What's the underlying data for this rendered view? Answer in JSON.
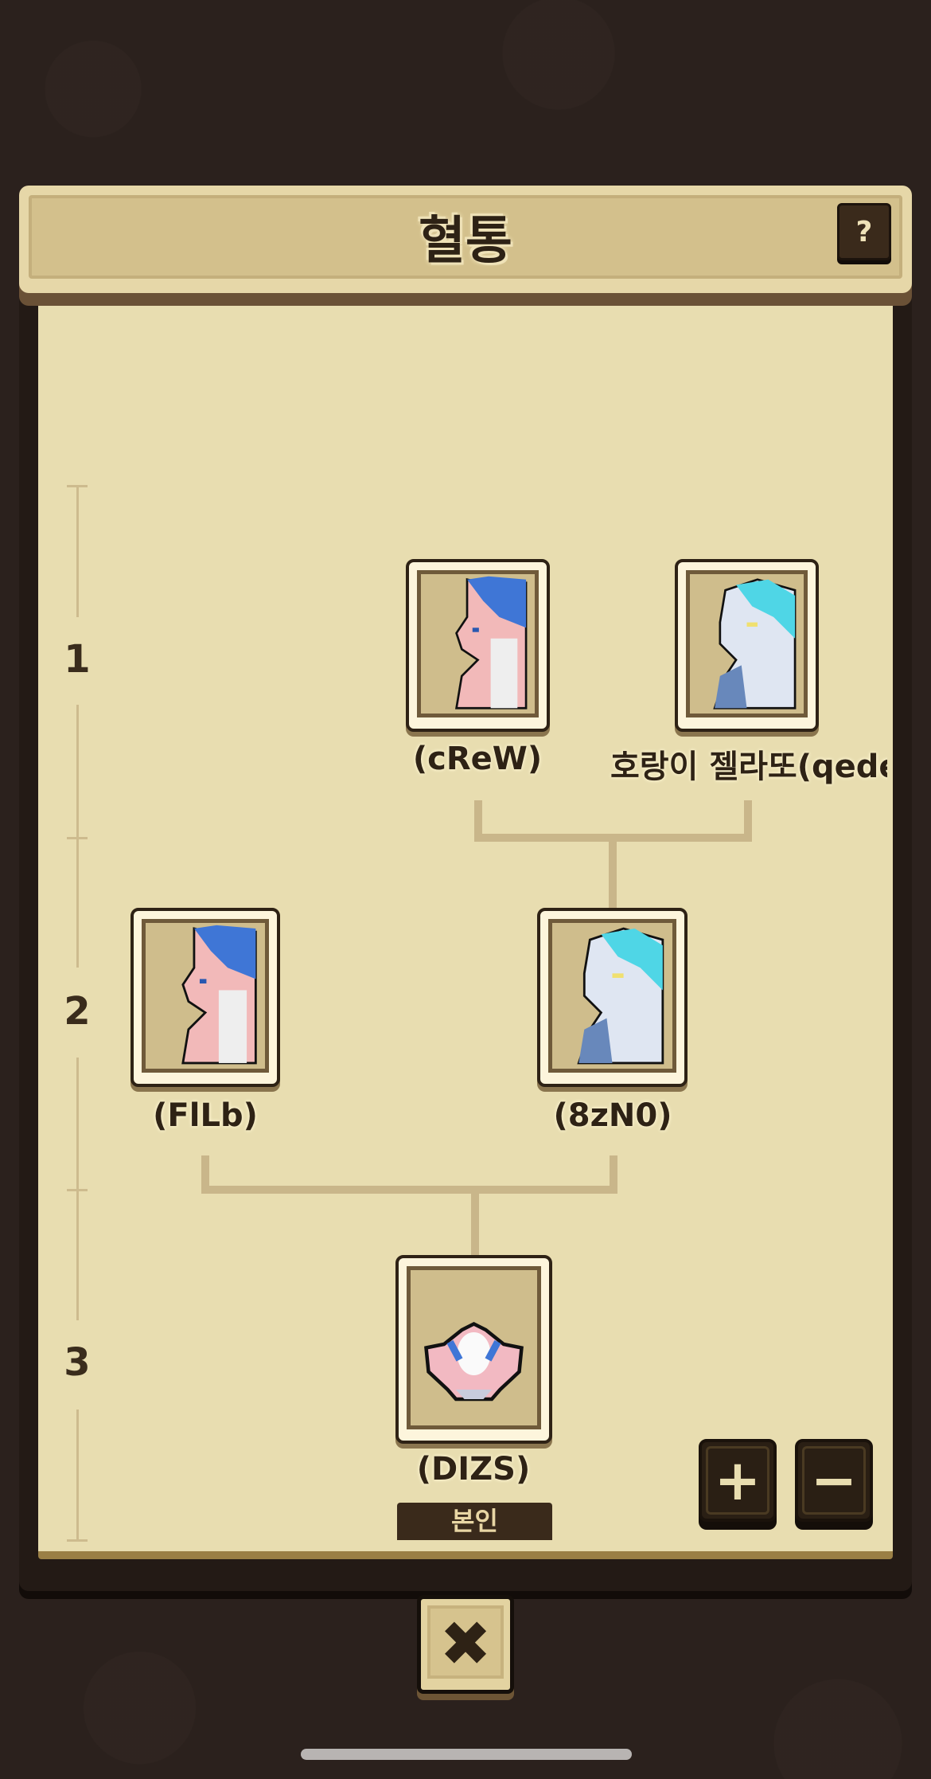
{
  "header": {
    "title": "혈통",
    "help_label": "?"
  },
  "generations": [
    "1",
    "2",
    "3"
  ],
  "tree": {
    "gen1": [
      {
        "name": "(cReW)",
        "species": "pink-dragon"
      },
      {
        "name": "호랑이 젤라또(qede)",
        "species": "ice-tiger-dragon"
      }
    ],
    "gen2": [
      {
        "name": "(FlLb)",
        "species": "pink-dragon"
      },
      {
        "name": "(8zN0)",
        "species": "ice-tiger-dragon"
      }
    ],
    "gen3": [
      {
        "name": "(DIZS)",
        "species": "egg-hatchling",
        "badge": "본인"
      }
    ]
  },
  "controls": {
    "zoom_in": "+",
    "zoom_out": "−",
    "close": "✖"
  }
}
